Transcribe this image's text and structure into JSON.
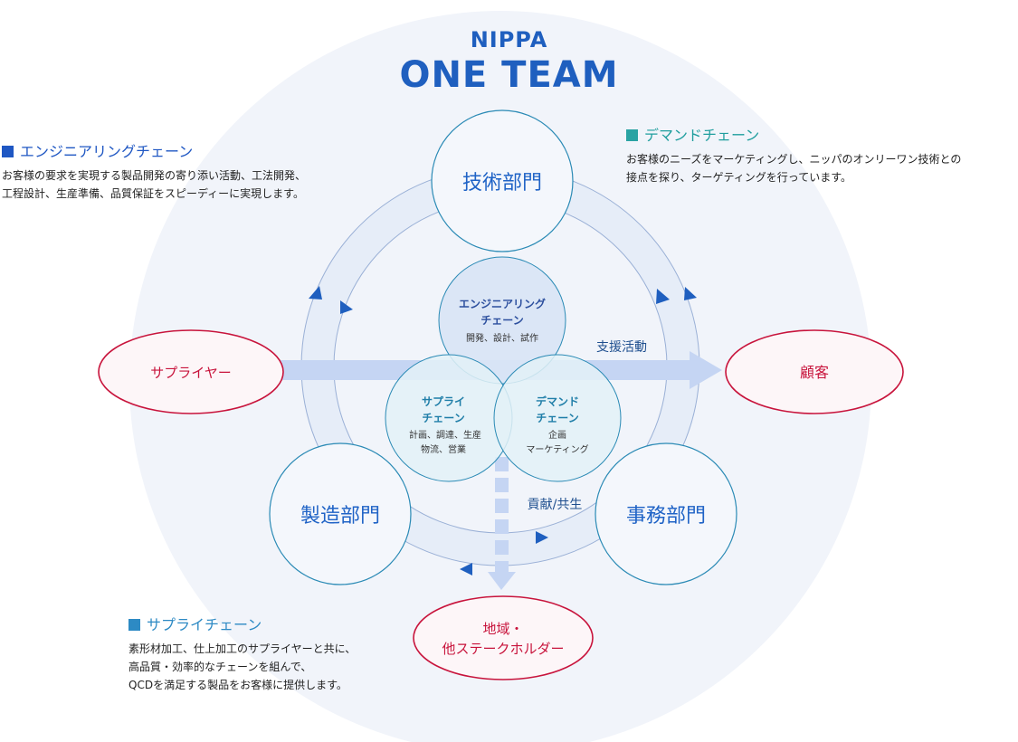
{
  "logo": {
    "brand": "NIPPA",
    "title": "ONE TEAM"
  },
  "sections": {
    "engineering": {
      "title": "エンジニアリングチェーン",
      "lines": [
        "お客様の要求を実現する製品開発の寄り添い活動、工法開発、",
        "工程設計、生産準備、品質保証をスピーディーに実現します。"
      ]
    },
    "demand": {
      "title": "デマンドチェーン",
      "lines": [
        "お客様のニーズをマーケティングし、ニッパのオンリーワン技術との",
        "接点を探り、ターゲティングを行っています。"
      ]
    },
    "supply": {
      "title": "サプライチェーン",
      "lines": [
        "素形材加工、仕上加工のサプライヤーと共に、",
        "高品質・効率的なチェーンを組んで、",
        "QCDを満足する製品をお客様に提供します。"
      ]
    }
  },
  "departments": {
    "tech": "技術部門",
    "manufacturing": "製造部門",
    "office": "事務部門"
  },
  "parties": {
    "supplier": "サプライヤー",
    "customer": "顧客",
    "region_line1": "地域・",
    "region_line2": "他ステークホルダー"
  },
  "venn": {
    "engineering": {
      "line1": "エンジニアリング",
      "line2": "チェーン",
      "sub": "開発、設計、試作"
    },
    "supply": {
      "line1": "サプライ",
      "line2": "チェーン",
      "sub1": "計画、調達、生産",
      "sub2": "物流、営業"
    },
    "demand": {
      "line1": "デマンド",
      "line2": "チェーン",
      "sub1": "企画",
      "sub2": "マーケティング"
    }
  },
  "flows": {
    "support": "支援活動",
    "contribution": "貢献/共生"
  },
  "colors": {
    "brand_blue": "#1f5fbf",
    "ring_fill": "#e8eef8",
    "arrow_fill": "#c7d6f5",
    "department_stroke": "#2a8ab5",
    "party_stroke": "#c8143c",
    "party_text": "#c8143c",
    "department_text": "#1f63c6"
  }
}
